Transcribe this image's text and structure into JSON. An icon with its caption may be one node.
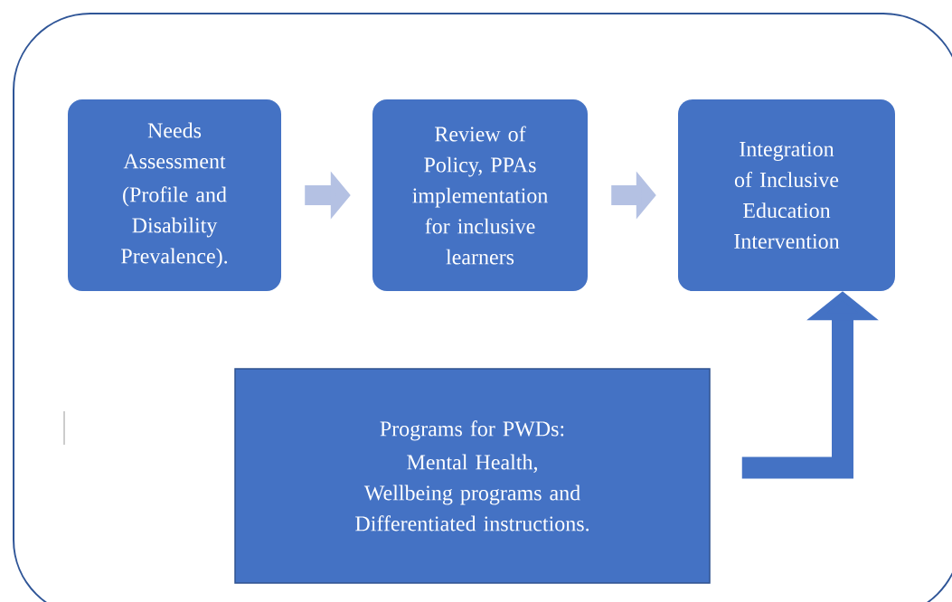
{
  "diagram": {
    "nodes": [
      {
        "text": [],
        "shape": "box"
      },
      {
        "text": [
          "Needs Assessment",
          "(Profile and Disability Prevalence)."
        ],
        "in": 0
      },
      {
        "text": [
          "Review of Policy, PPAs implementation for inclusive learners"
        ],
        "in": 0
      },
      {
        "text": [
          "Integration of Inclusive Education Intervention"
        ],
        "in": 0
      },
      {
        "text": [
          "Programs for PWDs:",
          "Mental Health, Wellbeing programs and Differentiated instructions."
        ],
        "in": 0
      }
    ],
    "edges": [
      {
        "from": 1,
        "to": 2,
        "arrow": "to"
      },
      {
        "from": 2,
        "to": 3,
        "arrow": "to"
      },
      {
        "from": 4,
        "to": 3,
        "arrow": "to",
        "color": "#4472c4"
      }
    ]
  }
}
